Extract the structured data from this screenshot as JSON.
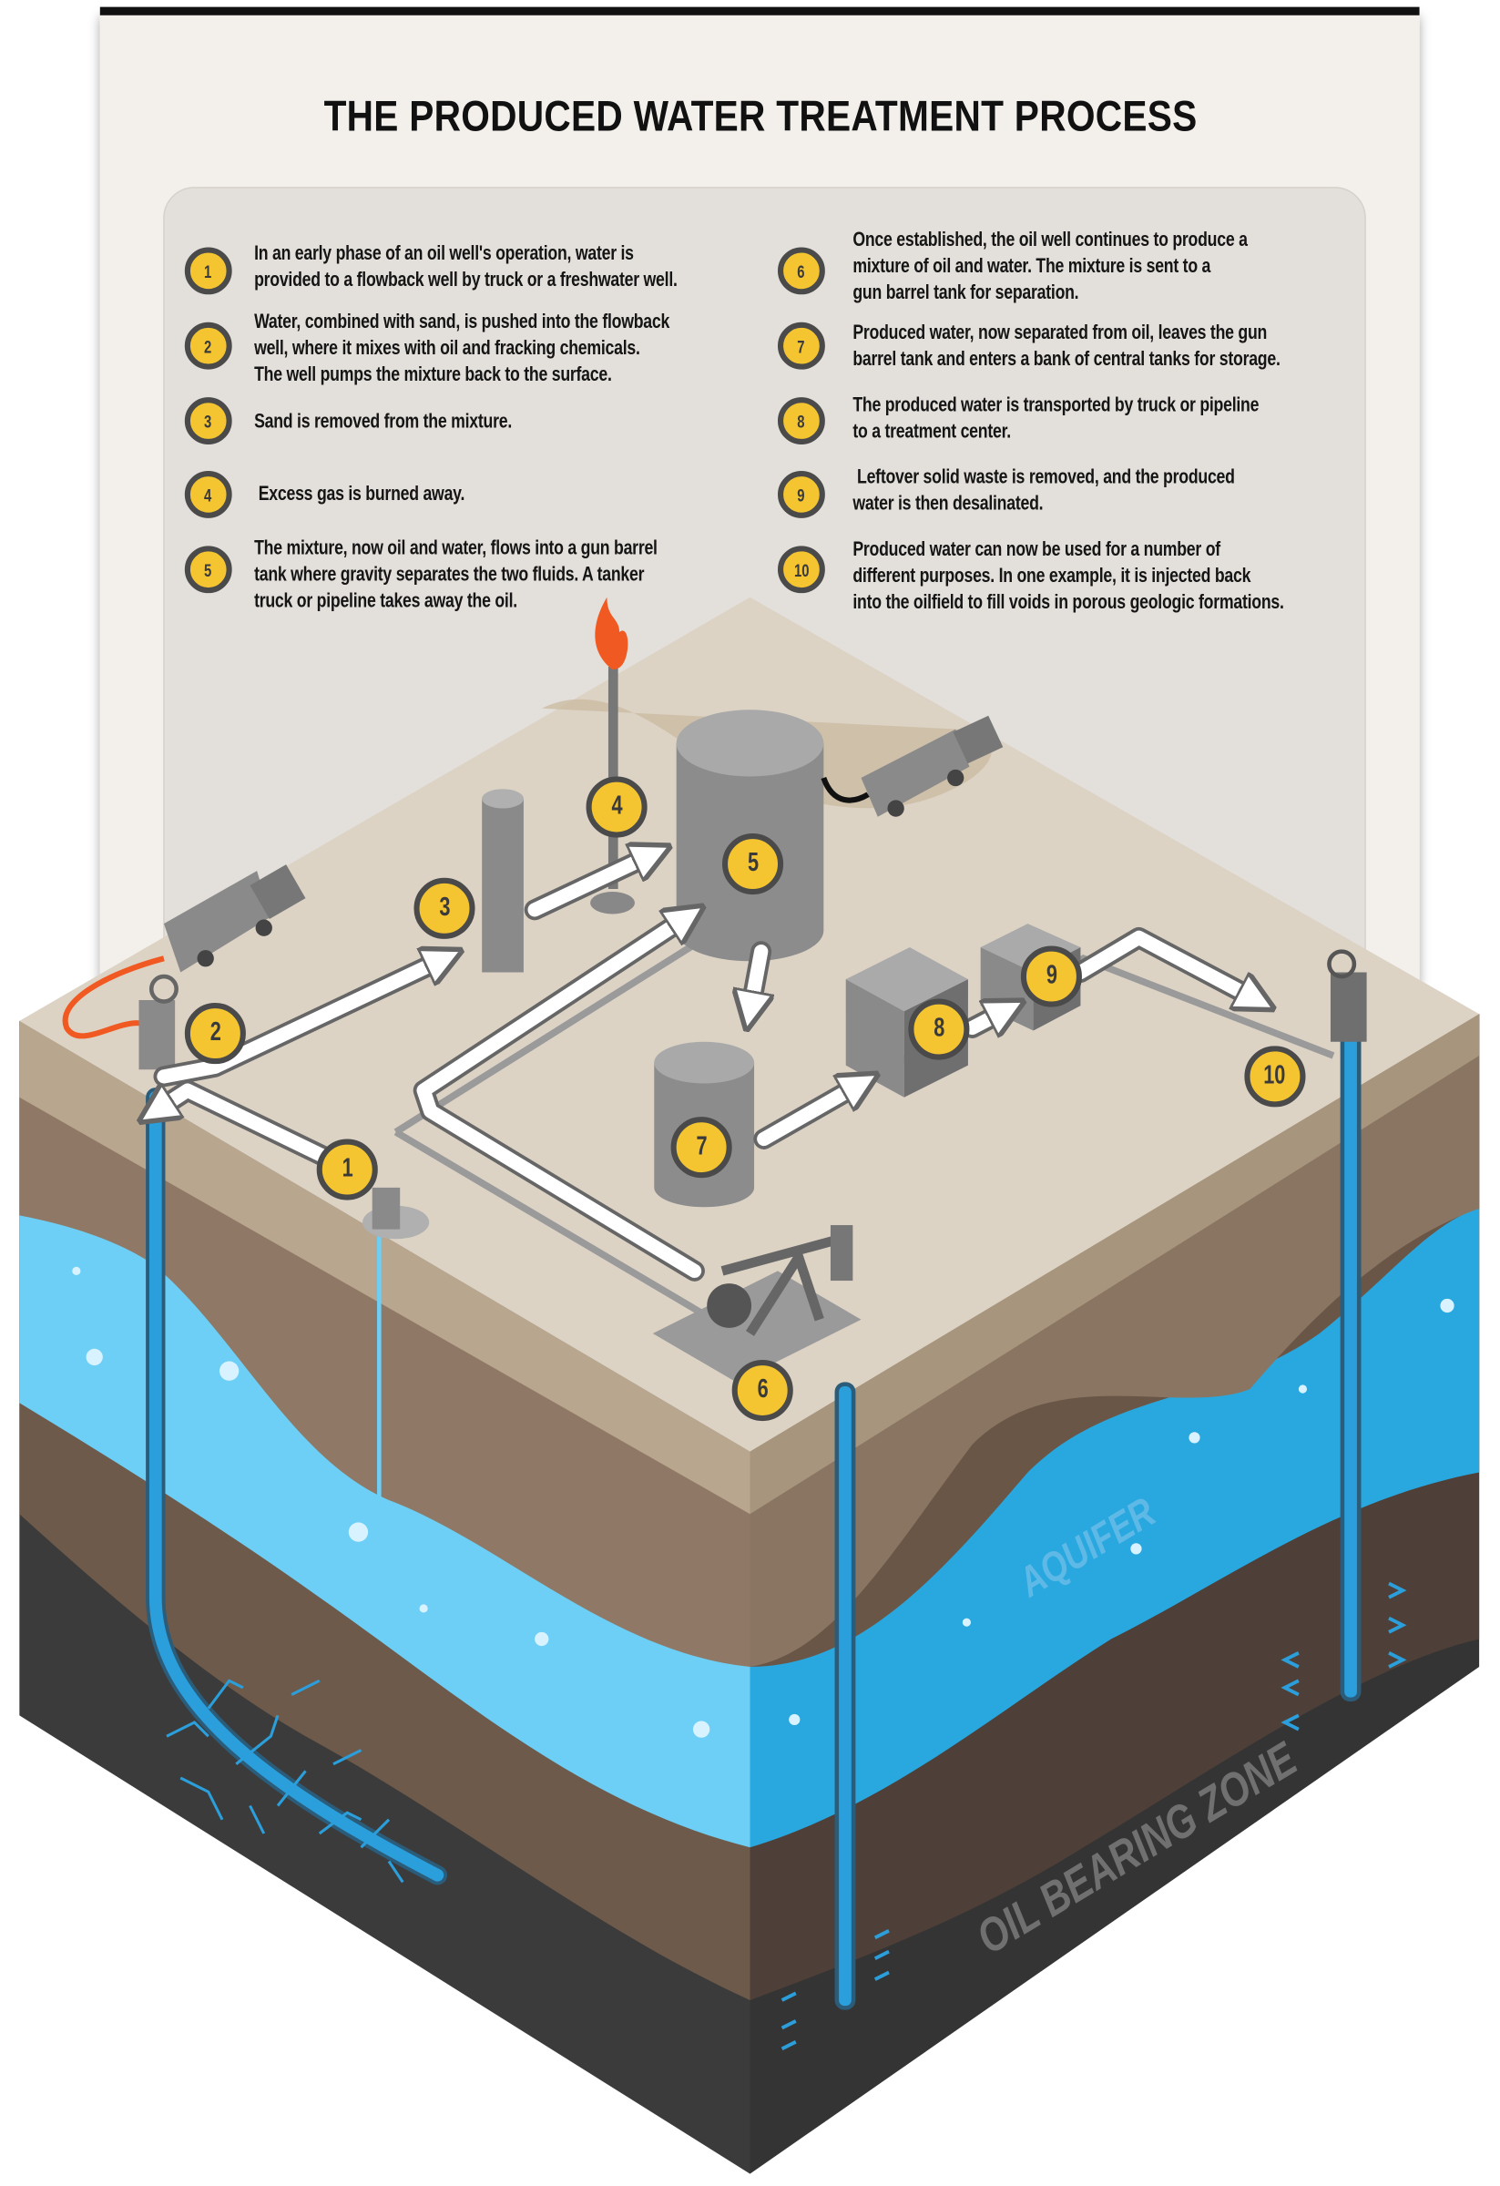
{
  "title": "THE PRODUCED WATER TREATMENT PROCESS",
  "steps": [
    {
      "num": "1",
      "text": "In an early phase of an oil well's operation, water is\nprovided to a flowback well by truck or a freshwater well."
    },
    {
      "num": "2",
      "text": "Water, combined with sand, is pushed into the flowback\nwell, where it mixes with oil and fracking chemicals.\nThe well pumps the mixture back to the surface."
    },
    {
      "num": "3",
      "text": "Sand is removed from the mixture."
    },
    {
      "num": "4",
      "text": " Excess gas is burned away."
    },
    {
      "num": "5",
      "text": "The mixture, now oil and water, flows into a gun barrel\ntank where gravity separates the two fluids. A tanker\ntruck or pipeline takes away the oil."
    },
    {
      "num": "6",
      "text": "Once established, the oil well continues to produce a\nmixture of oil and water. The mixture is sent to a\ngun barrel tank for separation."
    },
    {
      "num": "7",
      "text": "Produced water, now separated from oil, leaves the gun\nbarrel tank and enters a bank of central tanks for storage."
    },
    {
      "num": "8",
      "text": "The produced water is transported by truck or pipeline\nto a treatment center."
    },
    {
      "num": "9",
      "text": " Leftover solid waste is removed, and the produced\nwater is then desalinated."
    },
    {
      "num": "10",
      "text": "Produced water can now be used for a number of\ndifferent purposes. In one example, it is injected back\ninto the oilfield to fill voids in porous geologic formations."
    }
  ],
  "layers": {
    "aquifer": "AQUIFER",
    "oil_zone": "OIL BEARING ZONE"
  },
  "colors": {
    "marker": "#f4c531",
    "water_light": "#6dcff6",
    "water_dark": "#29a8e0",
    "pipe": "#2b9fdc",
    "flame": "#f05a22"
  }
}
